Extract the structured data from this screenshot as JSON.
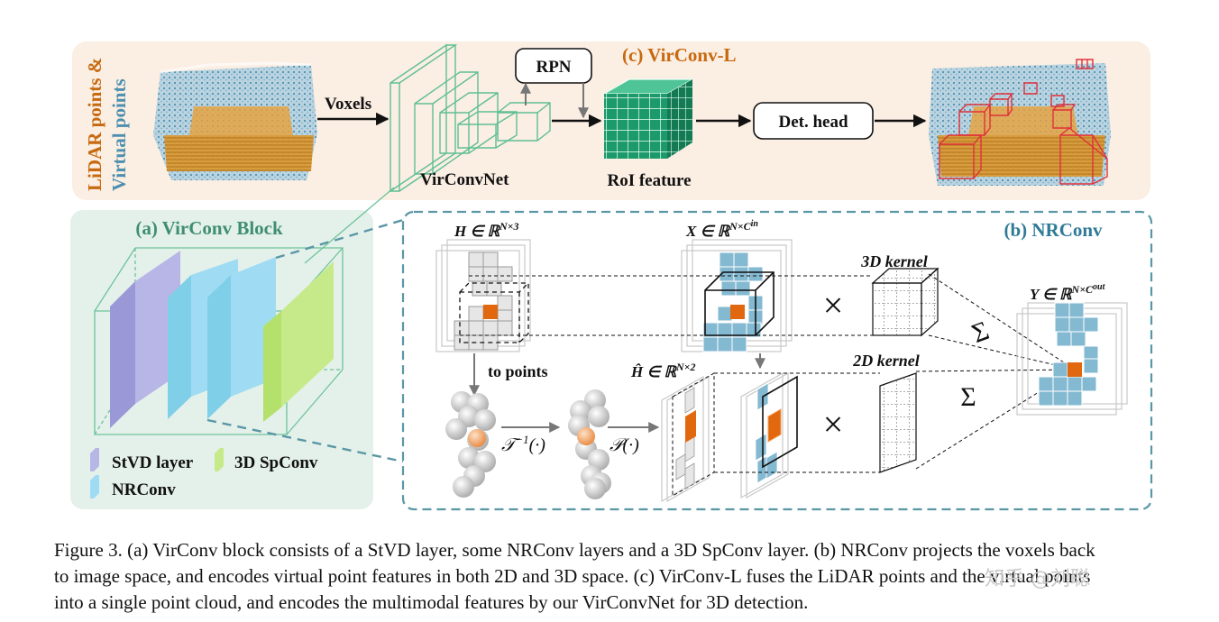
{
  "panel_c": {
    "title": "(c) VirConv-L",
    "side_label_1": "LiDAR points &",
    "side_label_2": "Virtual points",
    "voxels": "Voxels",
    "rpn": "RPN",
    "virconvnet": "VirConvNet",
    "roi": "RoI feature",
    "det_head": "Det. head"
  },
  "panel_a": {
    "title": "(a) VirConv Block",
    "legend": [
      "StVD layer",
      "3D SpConv",
      "NRConv"
    ]
  },
  "panel_b": {
    "title": "(b) NRConv",
    "h_label": "H ∈ ℝ",
    "h_sup": "N×3",
    "x_label": "X ∈ ℝ",
    "x_sup": "N×C",
    "x_subsup": "in",
    "y_label": "Y ∈ ℝ",
    "y_sup": "N×C",
    "y_subsup": "out",
    "hhat_label": "Ĥ ∈ ℝ",
    "hhat_sup": "N×2",
    "to_points": "to points",
    "t_inv": "𝒯",
    "t_inv_sup": "−1",
    "t_inv_arg": "(·)",
    "p_op": "𝒫(·)",
    "kernel_3d": "3D kernel",
    "kernel_2d": "2D kernel",
    "times": "×",
    "sum": "Σ"
  },
  "caption": {
    "line1": "Figure 3. (a) VirConv block consists of a StVD layer, some NRConv layers and a 3D SpConv layer. (b) NRConv projects the voxels back",
    "line2": "to image space, and encodes virtual point features in both 2D and 3D space. (c) VirConv-L fuses the LiDAR points and the virtual points",
    "line3": "into a single point cloud, and encodes the multimodal features by our VirConvNet for 3D detection."
  },
  "watermark": "知乎 @刘聪",
  "colors": {
    "panel_c_bg": "#fbeee3",
    "panel_a_bg": "#e4f1ea",
    "panel_b_border": "#5a97a5",
    "orange_title": "#c8690f",
    "green_title": "#3e8f6f",
    "blue_title": "#2f7a96",
    "stvd": "#b8b6e6",
    "nrconv": "#9fdcf3",
    "spconv": "#c6ea8a",
    "roi_green": "#1c9a6b",
    "voxel_blue": "#84b9d2",
    "voxel_orange": "#e2680f",
    "box_red": "#e0313a"
  }
}
